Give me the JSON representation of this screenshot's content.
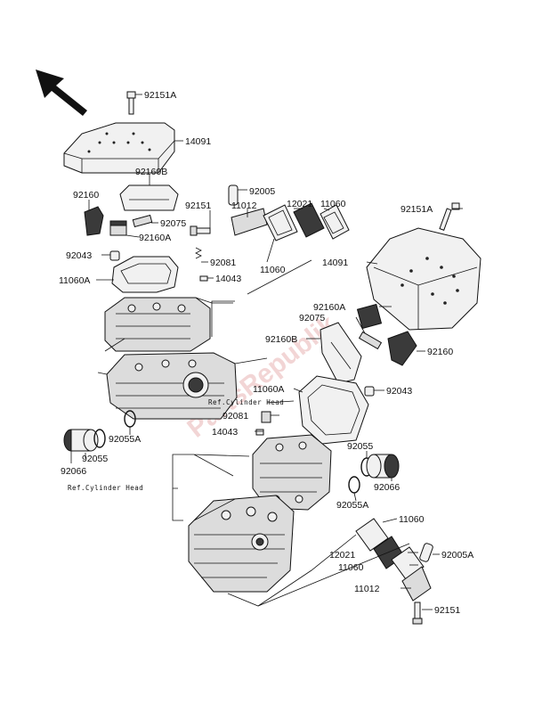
{
  "diagram": {
    "watermark": "PartsRepublik",
    "ref_label_top": "Ref.Cylinder Head",
    "ref_label_left": "Ref.Cylinder Head",
    "labels": {
      "p92151A_top": "92151A",
      "p14091_top": "14091",
      "p92160B_top": "92160B",
      "p92160_left": "92160",
      "p92005": "92005",
      "p92151_mid": "92151",
      "p11012_mid": "11012",
      "p12021_mid": "12021",
      "p11060_top": "11060",
      "p92075_left": "92075",
      "p92160A_left": "92160A",
      "p92151A_right": "92151A",
      "p92043_left": "92043",
      "p92081_left": "92081",
      "p11060_mid": "11060",
      "p14091_right": "14091",
      "p11060A_left": "11060A",
      "p14043_left": "14043",
      "p92160A_right": "92160A",
      "p92075_right": "92075",
      "p92160B_right": "92160B",
      "p92160_right": "92160",
      "p11060A_right": "11060A",
      "p92043_right": "92043",
      "p92081_mid": "92081",
      "p92055A_left": "92055A",
      "p14043_mid": "14043",
      "p92055_right": "92055",
      "p92055_left": "92055",
      "p92066_left": "92066",
      "p92066_right": "92066",
      "p92055A_right": "92055A",
      "p11060_low": "11060",
      "p12021_low": "12021",
      "p92005A": "92005A",
      "p11060_low2": "11060",
      "p11012_low": "11012",
      "p92151_low": "92151"
    }
  }
}
